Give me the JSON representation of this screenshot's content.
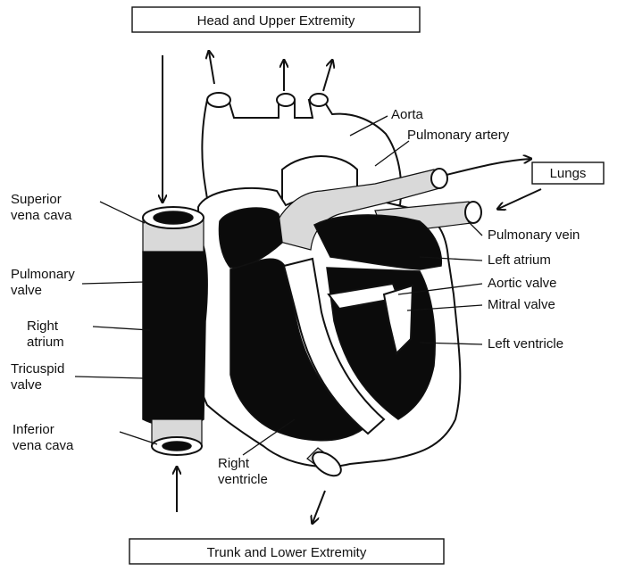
{
  "boxes": {
    "top": "Head and Upper Extremity",
    "lungs": "Lungs",
    "bottom": "Trunk and Lower Extremity"
  },
  "labels": {
    "aorta": "Aorta",
    "pulmonary_artery": "Pulmonary artery",
    "superior_vena_cava": [
      "Superior",
      "vena cava"
    ],
    "pulmonary_valve": [
      "Pulmonary",
      "valve"
    ],
    "right_atrium": [
      "Right",
      "atrium"
    ],
    "tricuspid_valve": [
      "Tricuspid",
      "valve"
    ],
    "inferior_vena_cava": [
      "Inferior",
      "vena cava"
    ],
    "right_ventricle": [
      "Right",
      "ventricle"
    ],
    "pulmonary_vein": "Pulmonary vein",
    "left_atrium": "Left atrium",
    "aortic_valve": "Aortic valve",
    "mitral_valve": "Mitral valve",
    "left_ventricle": "Left ventricle"
  }
}
